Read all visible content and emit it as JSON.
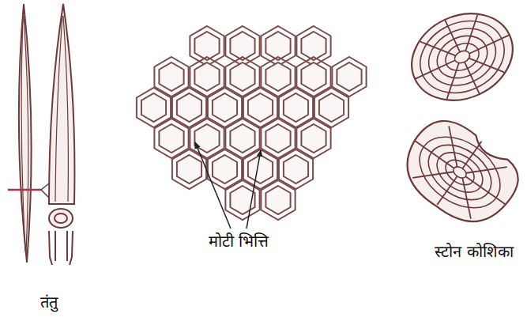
{
  "diagram": {
    "labels": [
      "तंतु",
      "मोटी भित्ति",
      "स्टोन कोशिका"
    ]
  }
}
